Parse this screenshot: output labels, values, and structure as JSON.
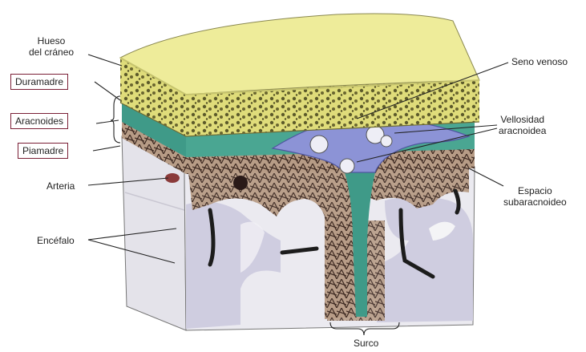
{
  "labels": {
    "hueso_craneo": [
      "Hueso",
      "del cráneo"
    ],
    "duramadre": "Duramadre",
    "aracnoides": "Aracnoides",
    "piamadre": "Piamadre",
    "arteria": "Arteria",
    "encefalo": "Encéfalo",
    "seno_venoso": "Seno venoso",
    "vellosidad": [
      "Vellosidad",
      "aracnoidea"
    ],
    "espacio": [
      "Espacio",
      "subaracnoideo"
    ],
    "surco": "Surco"
  },
  "colors": {
    "bone": "#e6e484",
    "bone_top": "#eeec9a",
    "dura": "#3f9a88",
    "sinus": "#8c93d6",
    "brain": "#d8d6e4",
    "brain_face": "#e7e6ec",
    "space": "#6b5147",
    "label_box": "#7a1f36"
  }
}
